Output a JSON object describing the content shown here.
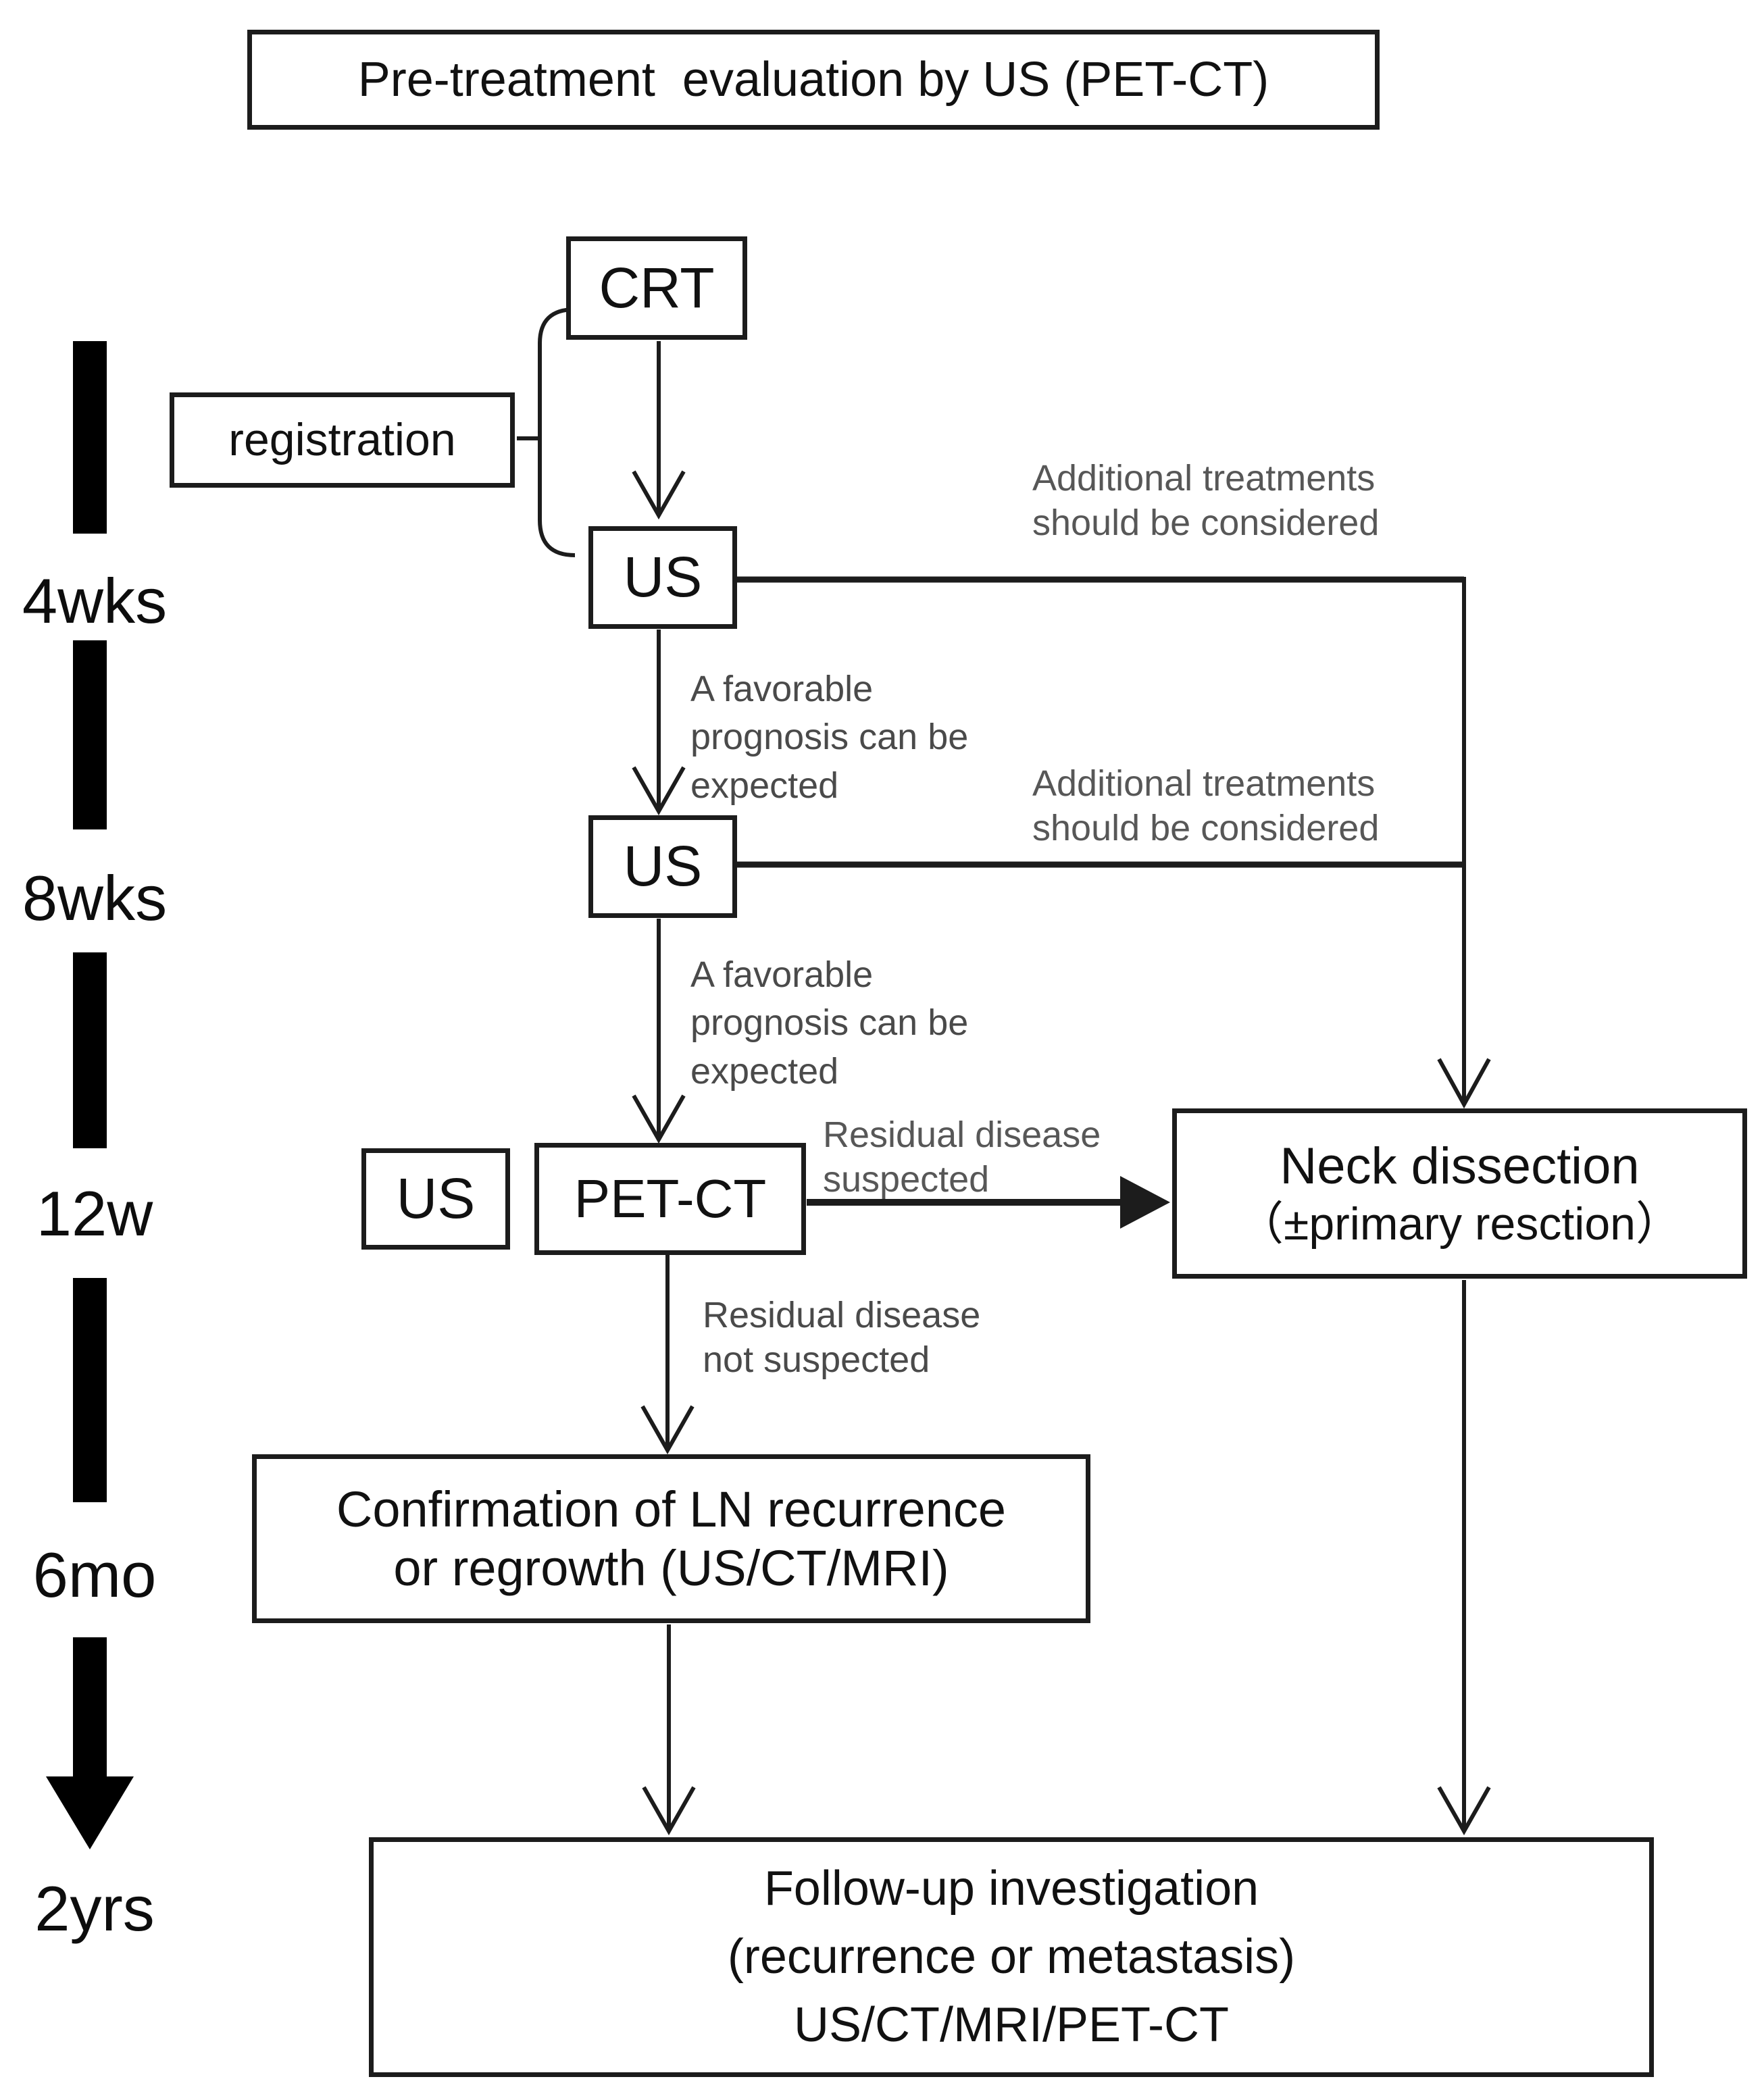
{
  "title": "Pre-treatment  evaluation by US (PET-CT)",
  "timeline": {
    "labels": [
      "4wks",
      "8wks",
      "12w",
      "6mo",
      "2yrs"
    ]
  },
  "boxes": {
    "crt": "CRT",
    "registration": "registration",
    "us_4wks": "US",
    "us_8wks": "US",
    "us_12w": "US",
    "pet_ct": "PET-CT",
    "neck_dissection": {
      "line1": "Neck dissection",
      "line2": "（±primary resction）"
    },
    "confirmation": {
      "line1": "Confirmation of LN recurrence",
      "line2": "or regrowth (US/CT/MRI)"
    },
    "followup": {
      "line1": "Follow-up investigation",
      "line2": "(recurrence or metastasis)",
      "line3": "US/CT/MRI/PET-CT"
    }
  },
  "annotations": {
    "additional_1": {
      "line1": "Additional treatments",
      "line2": "should be considered"
    },
    "additional_2": {
      "line1": "Additional treatments",
      "line2": "should be considered"
    },
    "favorable_1": {
      "line1": "A favorable",
      "line2": "prognosis can be",
      "line3": "expected"
    },
    "favorable_2": {
      "line1": "A favorable",
      "line2": "prognosis can be",
      "line3": "expected"
    },
    "residual_suspected": {
      "line1": "Residual disease",
      "line2": "suspected"
    },
    "residual_not_suspected": {
      "line1": "Residual disease",
      "line2": "not suspected"
    }
  },
  "colors": {
    "ink": "#1c1c1c",
    "annotation_gray": "#575757"
  }
}
